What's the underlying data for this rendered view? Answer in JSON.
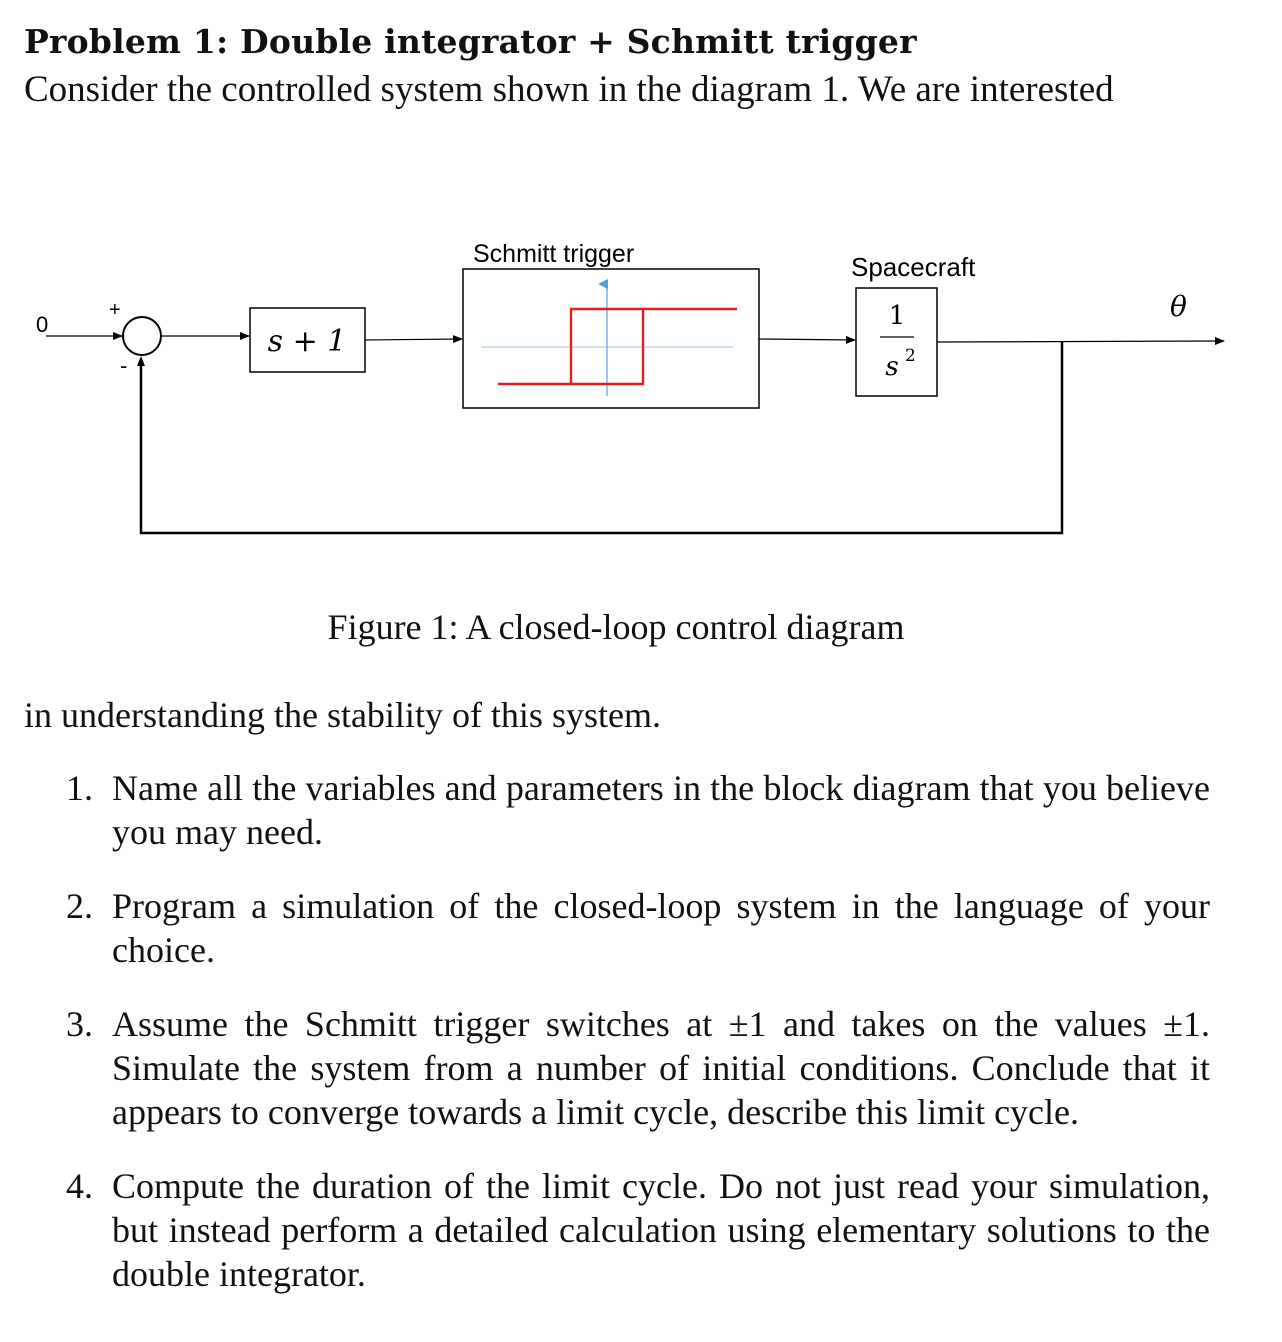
{
  "heading": {
    "title": "Problem 1: Double integrator + Schmitt trigger",
    "intro": "Consider the controlled system shown in the diagram 1. We are interested"
  },
  "diagram": {
    "input_value": "0",
    "sum_plus": "+",
    "sum_minus": "-",
    "controller_block": "s + 1",
    "trigger_label": "Schmitt trigger",
    "plant_label": "Spacecraft",
    "plant_numerator": "1",
    "plant_denominator": "s",
    "plant_exponent": "2",
    "output_symbol": "θ",
    "hysteresis_color": "#dd1f1f",
    "axis_color": "#5b9bd5"
  },
  "caption": "Figure 1: A closed-loop control diagram",
  "continuation": "in understanding the stability of this system.",
  "items": [
    {
      "num": "1.",
      "text": "Name all the variables and parameters in the block diagram that you believe you may need."
    },
    {
      "num": "2.",
      "text": "Program a simulation of the closed-loop system in the language of your choice."
    },
    {
      "num": "3.",
      "text": "Assume the Schmitt trigger switches at ±1 and takes on the values ±1. Simulate the system from a number of initial conditions. Conclude that it appears to converge towards a limit cycle, describe this limit cycle."
    },
    {
      "num": "4.",
      "text": "Compute the duration of the limit cycle. Do not just read your simulation, but instead perform a detailed calculation using elementary solutions to the double integrator."
    }
  ]
}
